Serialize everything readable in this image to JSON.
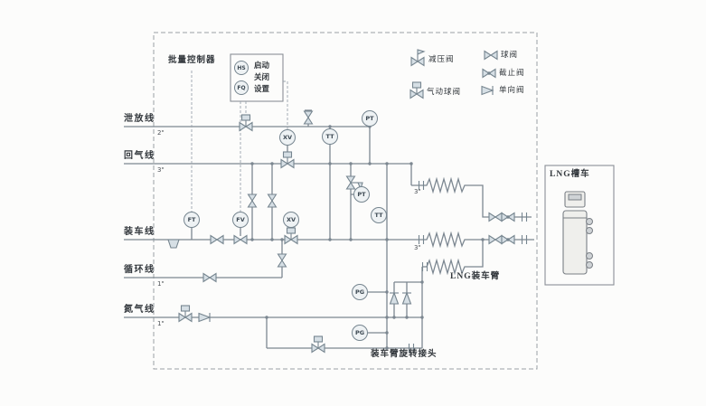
{
  "controller": {
    "title": "批量控制器",
    "tag_top": "HS",
    "tag_bottom": "FQ",
    "line1": "启动",
    "line2": "关闭",
    "line3": "设置"
  },
  "legend": {
    "reducing": "减压阀",
    "ball": "球阀",
    "globe": "截止阀",
    "pneumatic_ball": "气动球阀",
    "check": "单向阀"
  },
  "pipes": {
    "vent": {
      "label": "泄放线",
      "size": "2\""
    },
    "gas_return": {
      "label": "回气线",
      "size": "3\""
    },
    "loading": {
      "label": "装车线"
    },
    "circulation": {
      "label": "循环线",
      "size": "1\""
    },
    "nitrogen": {
      "label": "氮气线",
      "size": "1\""
    }
  },
  "instruments": {
    "pt1": "PT",
    "tt1": "TT",
    "xv1": "XV",
    "pt2": "PT",
    "tt2": "TT",
    "ft": "FT",
    "fv": "FV",
    "xv2": "XV",
    "pg1": "PG",
    "pg2": "PG"
  },
  "labels": {
    "loading_arm": "LNG装车臂",
    "swivel_joint": "装车臂旋转接头",
    "truck": "LNG槽车",
    "arm_size_top": "3\"",
    "arm_size_mid": "3\""
  }
}
